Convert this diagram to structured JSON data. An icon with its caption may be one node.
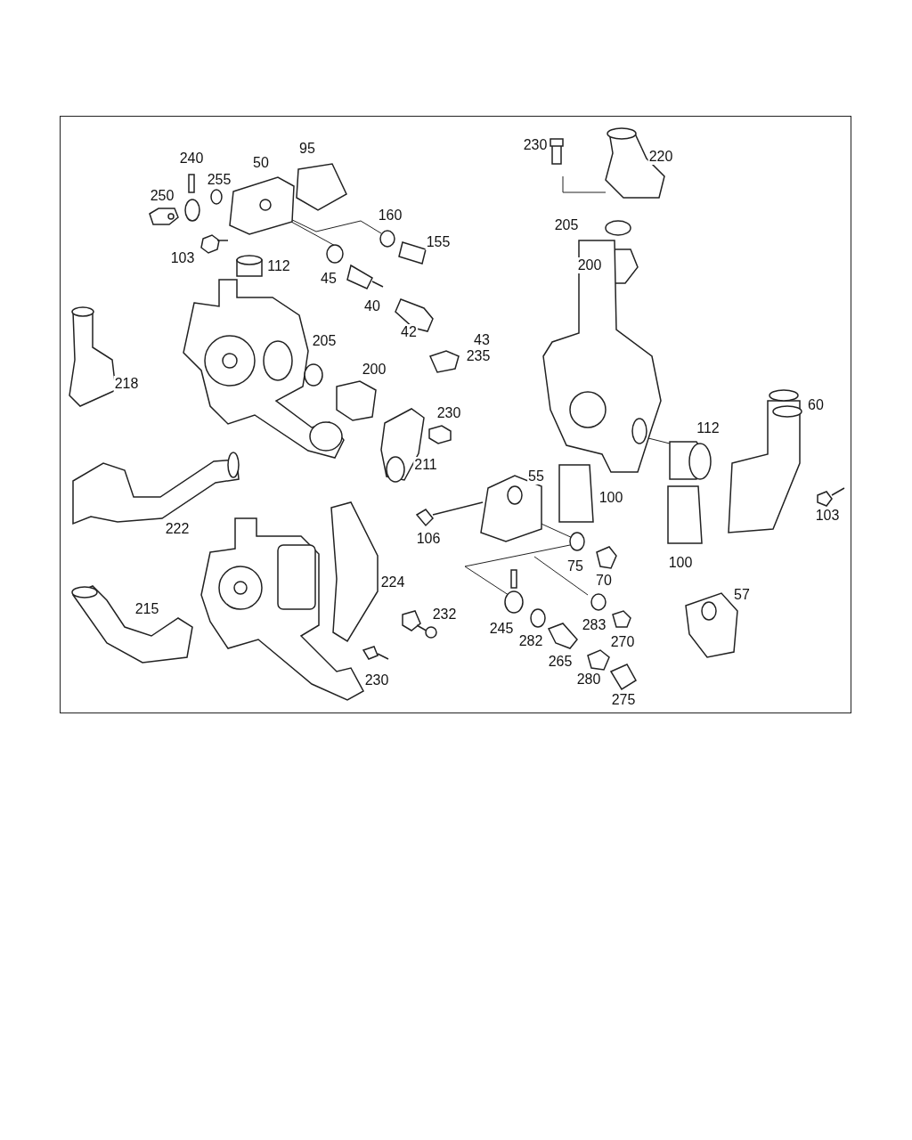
{
  "diagram": {
    "labels": [
      "230",
      "220",
      "95",
      "240",
      "50",
      "255",
      "250",
      "160",
      "205",
      "155",
      "103",
      "112",
      "200",
      "45",
      "40",
      "42",
      "43",
      "205",
      "235",
      "200",
      "218",
      "60",
      "230",
      "112",
      "211",
      "55",
      "100",
      "103",
      "222",
      "106",
      "75",
      "100",
      "70",
      "224",
      "57",
      "215",
      "232",
      "283",
      "245",
      "270",
      "282",
      "265",
      "230",
      "280",
      "275"
    ]
  }
}
